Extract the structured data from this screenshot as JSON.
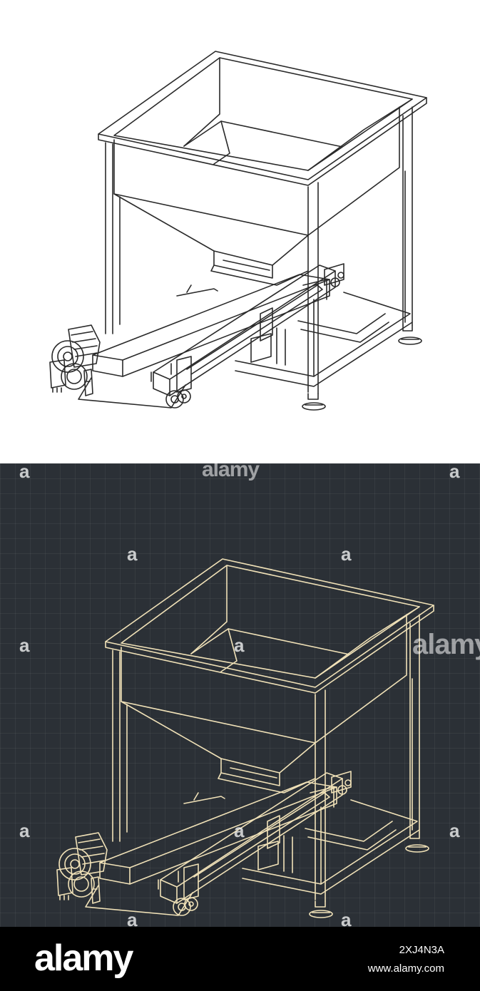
{
  "colors": {
    "top_background": "#ffffff",
    "top_line": "#2a2a2a",
    "bottom_background": "#2b3036",
    "bottom_line": "#f1e2b8",
    "footer_background": "#000000",
    "footer_text": "#ffffff"
  },
  "watermarks": {
    "top": "alamy",
    "right": "alamy",
    "mark": "a"
  },
  "footer": {
    "brand": "alamy",
    "image_id": "2XJ4N3A",
    "url": "www.alamy.com"
  },
  "icons": [
    "alamy-logo",
    "watermark-a-icon"
  ]
}
